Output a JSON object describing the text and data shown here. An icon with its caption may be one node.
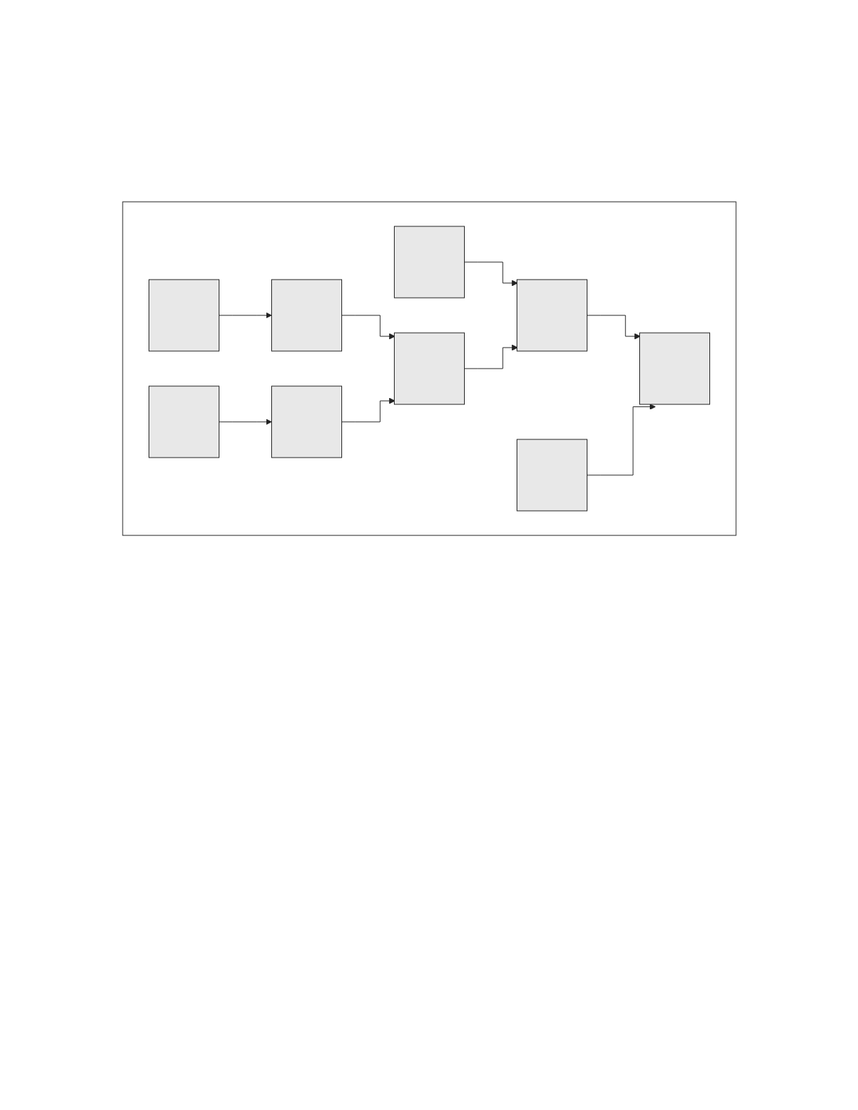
{
  "diagram": {
    "nodes": [
      {
        "text": [],
        "shape": "box"
      },
      {
        "text": [],
        "shape": "box",
        "in": 0
      },
      {
        "text": [],
        "shape": "box",
        "in": 0
      },
      {
        "text": [],
        "shape": "box",
        "in": 0
      },
      {
        "text": [],
        "shape": "box",
        "in": 0
      },
      {
        "text": [],
        "shape": "box",
        "in": 0
      },
      {
        "text": [],
        "shape": "box",
        "in": 0
      },
      {
        "text": [],
        "shape": "box",
        "in": 0
      },
      {
        "text": [],
        "shape": "box",
        "in": 0
      },
      {
        "text": [],
        "shape": "box",
        "in": 0
      }
    ],
    "edges": [
      {
        "from": 1,
        "to": 2,
        "arrow": "to"
      },
      {
        "from": 4,
        "to": 2,
        "arrow": "to"
      },
      {
        "from": 2,
        "to": 3,
        "arrow": "to"
      },
      {
        "from": 7,
        "to": 3,
        "arrow": "to"
      },
      {
        "from": 6,
        "to": 5,
        "arrow": "to"
      },
      {
        "from": 5,
        "to": 4,
        "arrow": "to"
      },
      {
        "from": 8,
        "to": 4,
        "arrow": "to"
      },
      {
        "from": 9,
        "to": 8,
        "arrow": "to"
      }
    ]
  }
}
